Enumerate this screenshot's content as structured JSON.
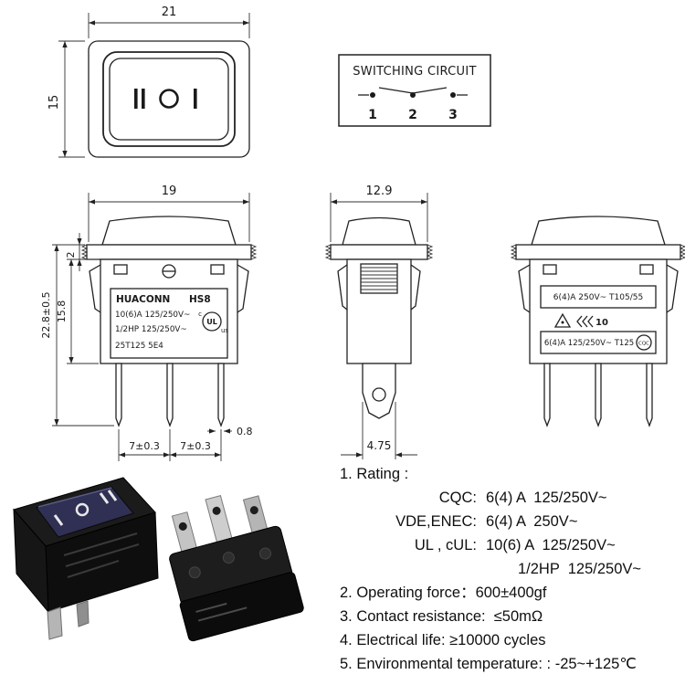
{
  "top_view": {
    "dim_width": "21",
    "dim_height": "15",
    "markings": [
      "II",
      "O",
      "I"
    ]
  },
  "circuit": {
    "title": "SWITCHING CIRCUIT",
    "terminals": [
      "1",
      "2",
      "3"
    ]
  },
  "front_view": {
    "dim_width": "19",
    "dim_flange_height": "2",
    "dim_body_height": "15.8",
    "dim_total_height": "22.8±0.5",
    "dim_pin_pitch_left": "7±0.3",
    "dim_pin_pitch_right": "7±0.3",
    "dim_pin_thickness": "0.8",
    "label": {
      "brand": "HUACONN",
      "model": "HS8",
      "rating1": "10(6)A 125/250V~",
      "rating2": "1/2HP 125/250V~",
      "code": "25T125 5E4",
      "ul": "UL",
      "ul_c": "c",
      "ul_us": "us"
    }
  },
  "side_view": {
    "dim_width": "12.9",
    "dim_terminal_width": "4.75"
  },
  "back_view": {
    "rating_top": "6(4)A 250V~ T105/55",
    "enec_number": "10",
    "rating_bottom": "6(4)A 125/250V~ T125",
    "cqc_mark": "CQC"
  },
  "specs": {
    "rating_title": "1. Rating :",
    "ratings": [
      {
        "label": "CQC:",
        "value": "6(4) A  125/250V~"
      },
      {
        "label": "VDE,ENEC:",
        "value": "6(4) A  250V~"
      },
      {
        "label": "UL , cUL:",
        "value": "10(6) A  125/250V~"
      },
      {
        "label": "",
        "value": "1/2HP  125/250V~"
      }
    ],
    "items": [
      "2. Operating force：600±400gf",
      "3. Contact resistance:  ≤50mΩ",
      "4. Electrical life: ≥10000 cycles",
      "5. Environmental temperature: : -25~+125℃"
    ]
  }
}
